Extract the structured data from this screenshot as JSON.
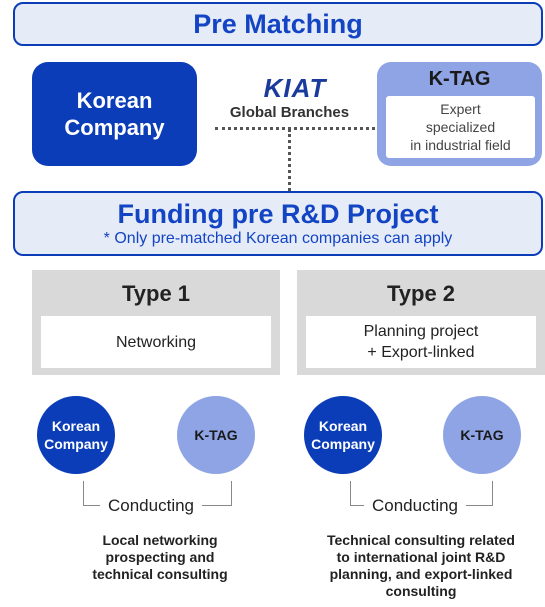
{
  "pre_matching": {
    "title": "Pre Matching"
  },
  "korean_company": {
    "line1": "Korean",
    "line2": "Company"
  },
  "kiat": {
    "logo_text": "KIAT",
    "branches": "Global Branches"
  },
  "ktag": {
    "title": "K-TAG",
    "line1": "Expert",
    "line2": "specialized",
    "line3": "in industrial field"
  },
  "funding": {
    "title": "Funding pre R&D Project",
    "note": "* Only pre-matched Korean companies can apply"
  },
  "types": [
    {
      "title": "Type 1",
      "line1": "Networking",
      "line2": "",
      "circle_kc_1": "Korean",
      "circle_kc_2": "Company",
      "circle_kt": "K-TAG",
      "conducting": "Conducting",
      "desc1": "Local networking",
      "desc2": "prospecting and",
      "desc3": "technical consulting",
      "desc4": ""
    },
    {
      "title": "Type 2",
      "line1": "Planning project",
      "line2": "+ Export-linked",
      "circle_kc_1": "Korean",
      "circle_kc_2": "Company",
      "circle_kt": "K-TAG",
      "conducting": "Conducting",
      "desc1": "Technical consulting related",
      "desc2": "to international joint R&D",
      "desc3": "planning, and export-linked",
      "desc4": "consulting"
    }
  ],
  "colors": {
    "primary_blue": "#0b3db8",
    "light_blue": "#8ea4e4",
    "banner_bg": "#e6ebf8",
    "gray_box": "#d9d9d9"
  }
}
